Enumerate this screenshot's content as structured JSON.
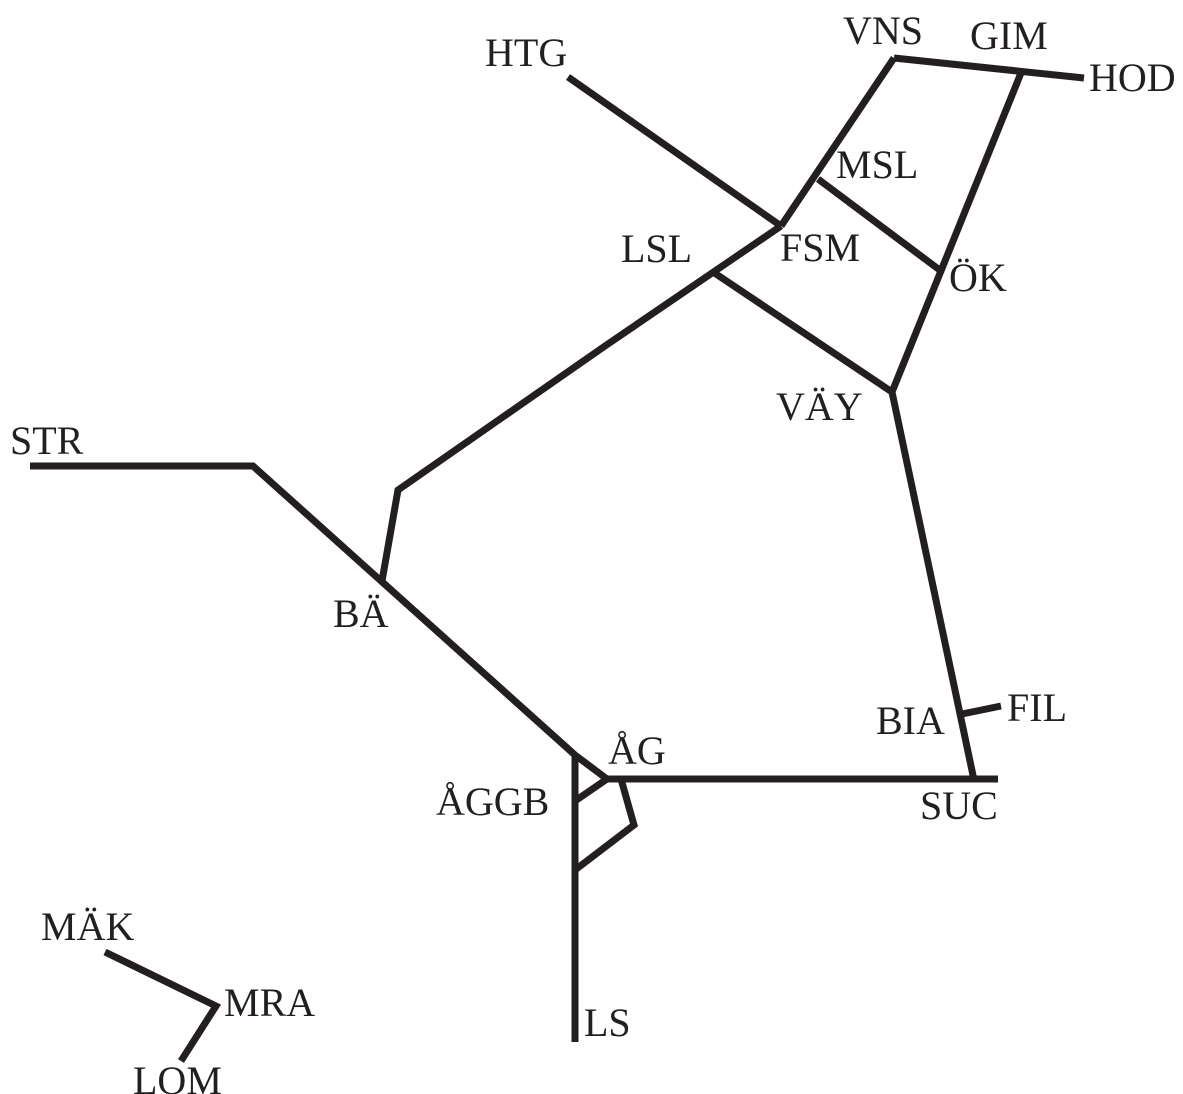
{
  "diagram": {
    "stations": {
      "htg": "HTG",
      "vns": "VNS",
      "gim": "GIM",
      "hod": "HOD",
      "msl": "MSL",
      "lsl": "LSL",
      "fsm": "FSM",
      "ok": "ÖK",
      "vay": "VÄY",
      "str": "STR",
      "ba": "BÄ",
      "bia": "BIA",
      "fil": "FIL",
      "ag": "ÅG",
      "aggb": "ÅGGB",
      "suc": "SUC",
      "ls": "LS",
      "mak": "MÄK",
      "mra": "MRA",
      "lom": "LOM"
    },
    "line_color": "#231f20",
    "background": "#ffffff"
  }
}
